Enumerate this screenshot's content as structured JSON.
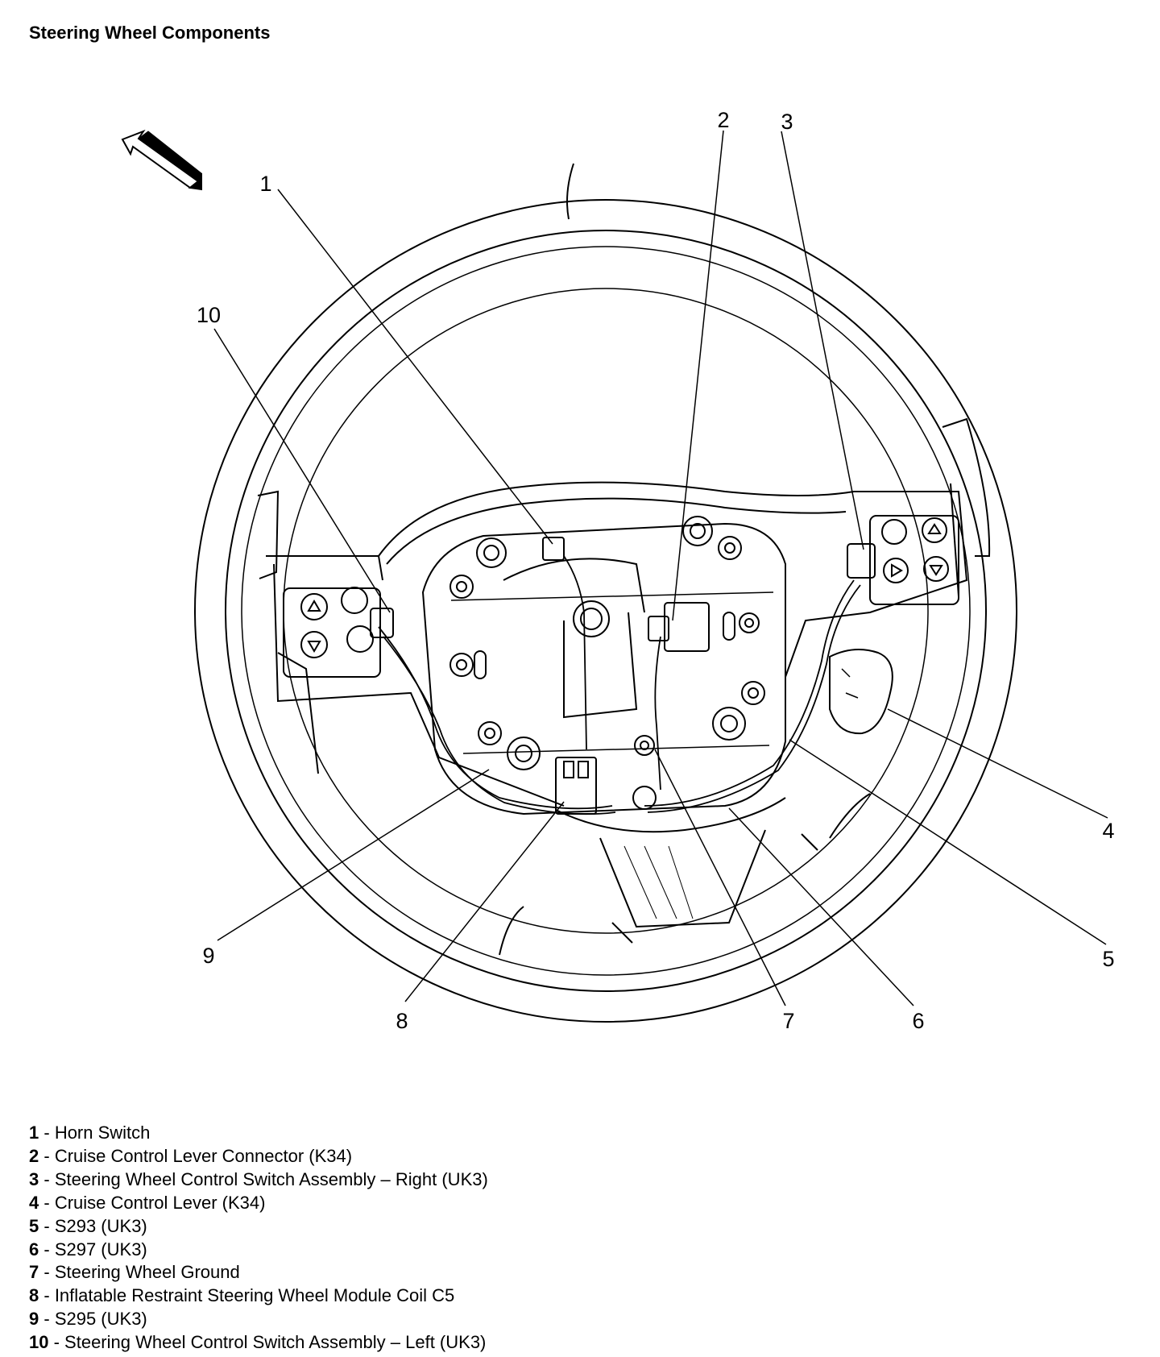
{
  "title": "Steering Wheel Components",
  "callouts": [
    "1",
    "2",
    "3",
    "4",
    "5",
    "6",
    "7",
    "8",
    "9",
    "10"
  ],
  "legend": [
    {
      "num": "1",
      "sep": " - ",
      "text": "Horn Switch"
    },
    {
      "num": "2",
      "sep": " - ",
      "text": "Cruise Control Lever Connector (K34)"
    },
    {
      "num": "3",
      "sep": " - ",
      "text": "Steering Wheel Control Switch Assembly – Right (UK3)"
    },
    {
      "num": "4",
      "sep": " - ",
      "text": "Cruise Control Lever (K34)"
    },
    {
      "num": "5",
      "sep": " - ",
      "text": "S293 (UK3)"
    },
    {
      "num": "6",
      "sep": " - ",
      "text": "S297 (UK3)"
    },
    {
      "num": "7",
      "sep": " - ",
      "text": "Steering Wheel Ground"
    },
    {
      "num": "8",
      "sep": " - ",
      "text": "Inflatable Restraint Steering Wheel Module Coil C5"
    },
    {
      "num": "9",
      "sep": " - ",
      "text": "S295 (UK3)"
    },
    {
      "num": "10",
      "sep": " - ",
      "text": "Steering Wheel Control Switch Assembly – Left (UK3)"
    }
  ]
}
